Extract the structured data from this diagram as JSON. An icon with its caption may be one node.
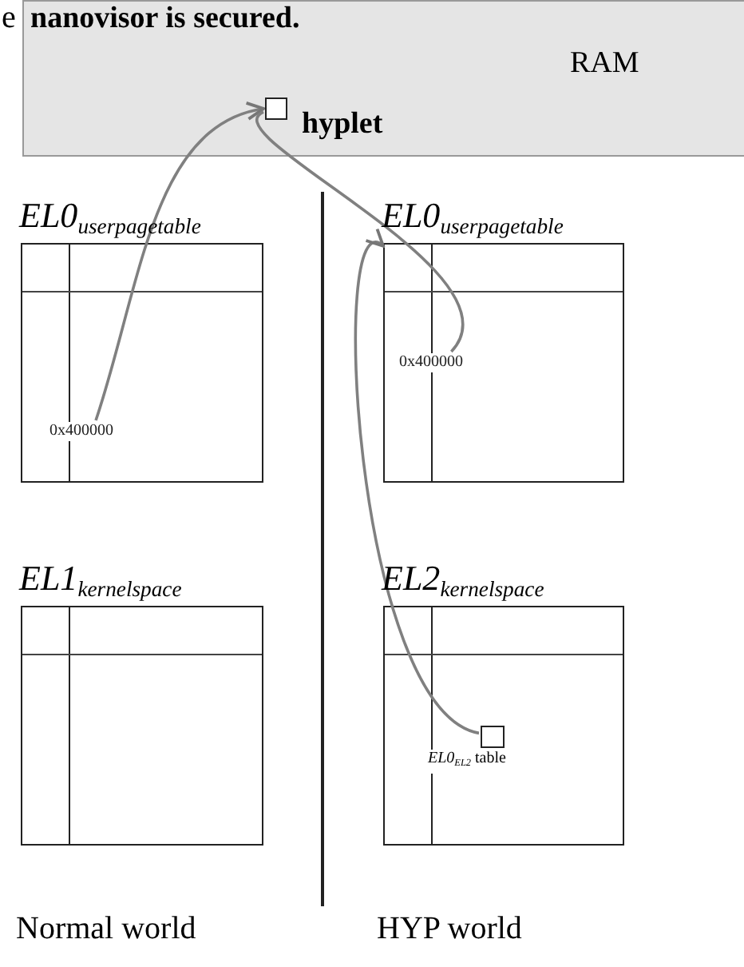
{
  "diagram": {
    "nodes": [
      {
        "text": [
          "nanovisor is secured.",
          "RAM"
        ]
      },
      {
        "text": [],
        "shape": "box",
        "in": 0,
        "beside": [
          "hyplet"
        ]
      },
      {
        "text": [
          "EL0$_{userpagetable}$"
        ]
      },
      {
        "text": [
          "0x400000"
        ],
        "in": 2
      },
      {
        "text": [
          "EL0$_{userpagetable}$"
        ]
      },
      {
        "text": [
          "0x400000"
        ],
        "in": 4
      },
      {
        "text": [
          "EL1$_{kernelspace}$"
        ]
      },
      {
        "text": [
          "EL2$_{kernelspace}$"
        ]
      },
      {
        "text": [],
        "shape": "box",
        "in": 7,
        "beside": [
          "*EL0*$_{EL2}$ table"
        ]
      }
    ],
    "edges": [
      {
        "from": 3,
        "to": 1,
        "arrow": "to"
      },
      {
        "from": 1,
        "to": 5,
        "arrow": "none"
      },
      {
        "from": 8,
        "to": 4,
        "arrow": "to"
      }
    ],
    "labels": [
      "e",
      "Normal world",
      "HYP world"
    ]
  }
}
